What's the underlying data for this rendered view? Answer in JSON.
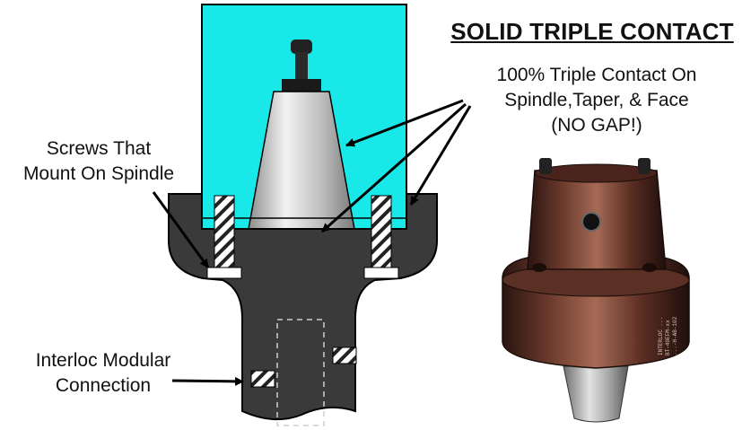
{
  "title": "SOLID TRIPLE CONTACT",
  "callouts": {
    "contact": [
      "100% Triple Contact On",
      "Spindle,Taper, & Face",
      "(NO GAP!)"
    ],
    "screws": [
      "Screws That",
      "Mount On Spindle"
    ],
    "interloc": [
      "Interloc Modular",
      "Connection"
    ]
  },
  "part_engraving": [
    "INTERLOC ...",
    "BT-40EFM-xx",
    "...-H-AB-102"
  ],
  "colors": {
    "spindle": "#19e8e8",
    "body": "#3a3a3a",
    "taper": "#d0d0d0",
    "outline": "#000000",
    "photo_metal": "#5a2d22"
  }
}
